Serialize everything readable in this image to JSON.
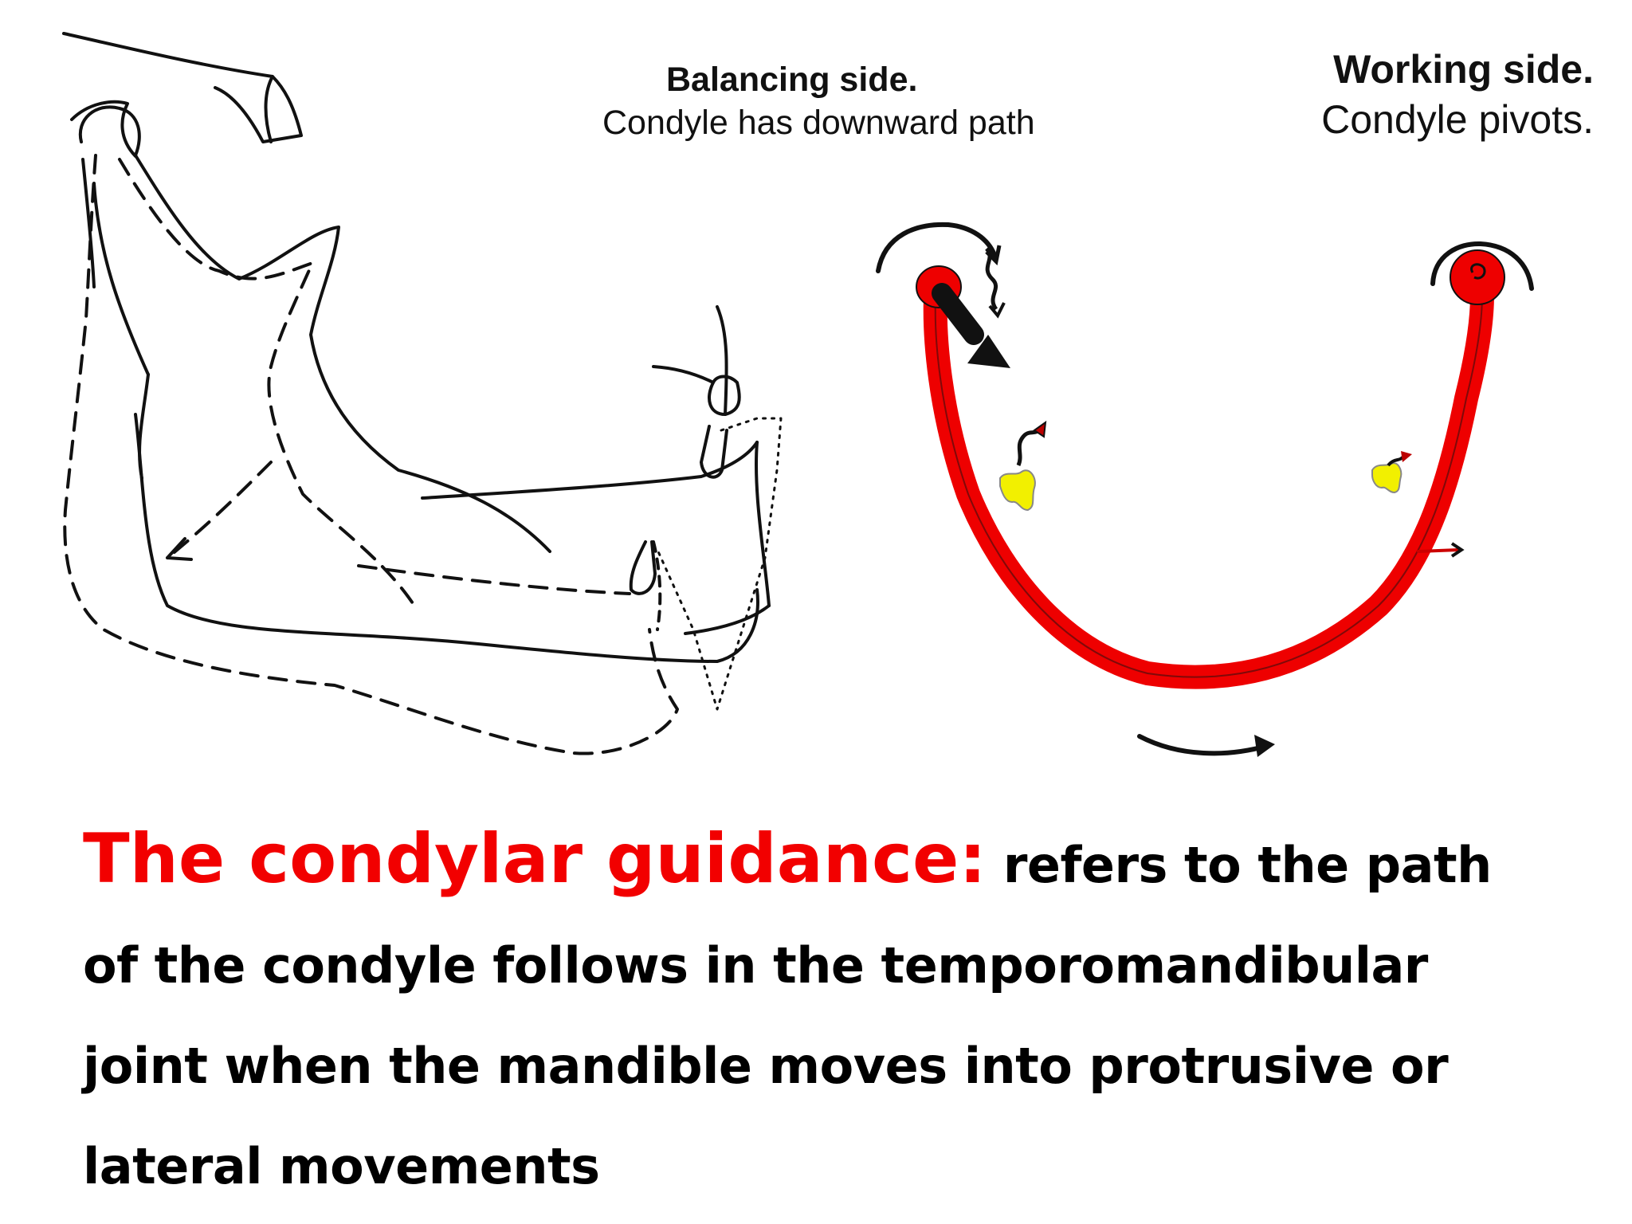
{
  "labels": {
    "balancing": {
      "title": "Balancing side.",
      "caption": "Condyle has downward path"
    },
    "working": {
      "title": "Working side.",
      "caption": "Condyle pivots."
    }
  },
  "definition": {
    "term": "The condylar guidance:",
    "line1": "refers to the path",
    "line2": "of the condyle follows in the temporomandibular",
    "line3": "joint when the mandible moves into protrusive or",
    "line4": "lateral movements"
  },
  "colors": {
    "term": "#f20000",
    "arch": "#ee0000",
    "tooth": "#f2f000",
    "ink": "#111111"
  },
  "icons": [
    "mandible-drawing",
    "dental-arch-diagram",
    "rotation-arrow",
    "downward-arrow",
    "movement-arrow"
  ]
}
